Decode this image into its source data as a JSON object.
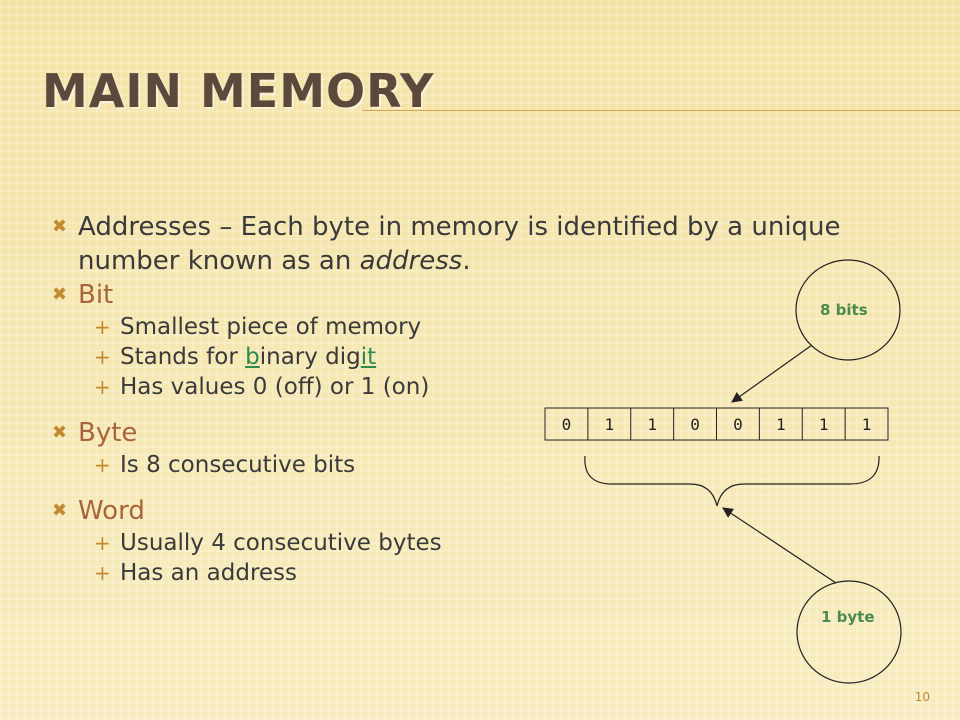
{
  "slide": {
    "title": "MAIN MEMORY",
    "page_number": "10"
  },
  "bullets": {
    "addresses": {
      "marker": "✖",
      "text_before": "Addresses – Each byte in memory is identified by a unique number known as an ",
      "text_emph": "address",
      "text_after": "."
    },
    "bit": {
      "marker": "✖",
      "label": "Bit",
      "items": [
        "Smallest piece of memory",
        "Stands for ",
        "Has values 0 (off) or 1 (on)"
      ],
      "binary_digit_parts": [
        "b",
        "inary dig",
        "it"
      ]
    },
    "byte": {
      "marker": "✖",
      "label": "Byte",
      "items": [
        "Is 8 consecutive bits"
      ]
    },
    "word": {
      "marker": "✖",
      "label": "Word",
      "items": [
        "Usually 4 consecutive bytes",
        "Has an address"
      ]
    },
    "sub_marker": "+"
  },
  "diagram": {
    "bits": [
      "0",
      "1",
      "1",
      "0",
      "0",
      "1",
      "1",
      "1"
    ],
    "label_bits": "8 bits",
    "label_byte": "1 byte",
    "label_color": "#4a8a4a"
  }
}
